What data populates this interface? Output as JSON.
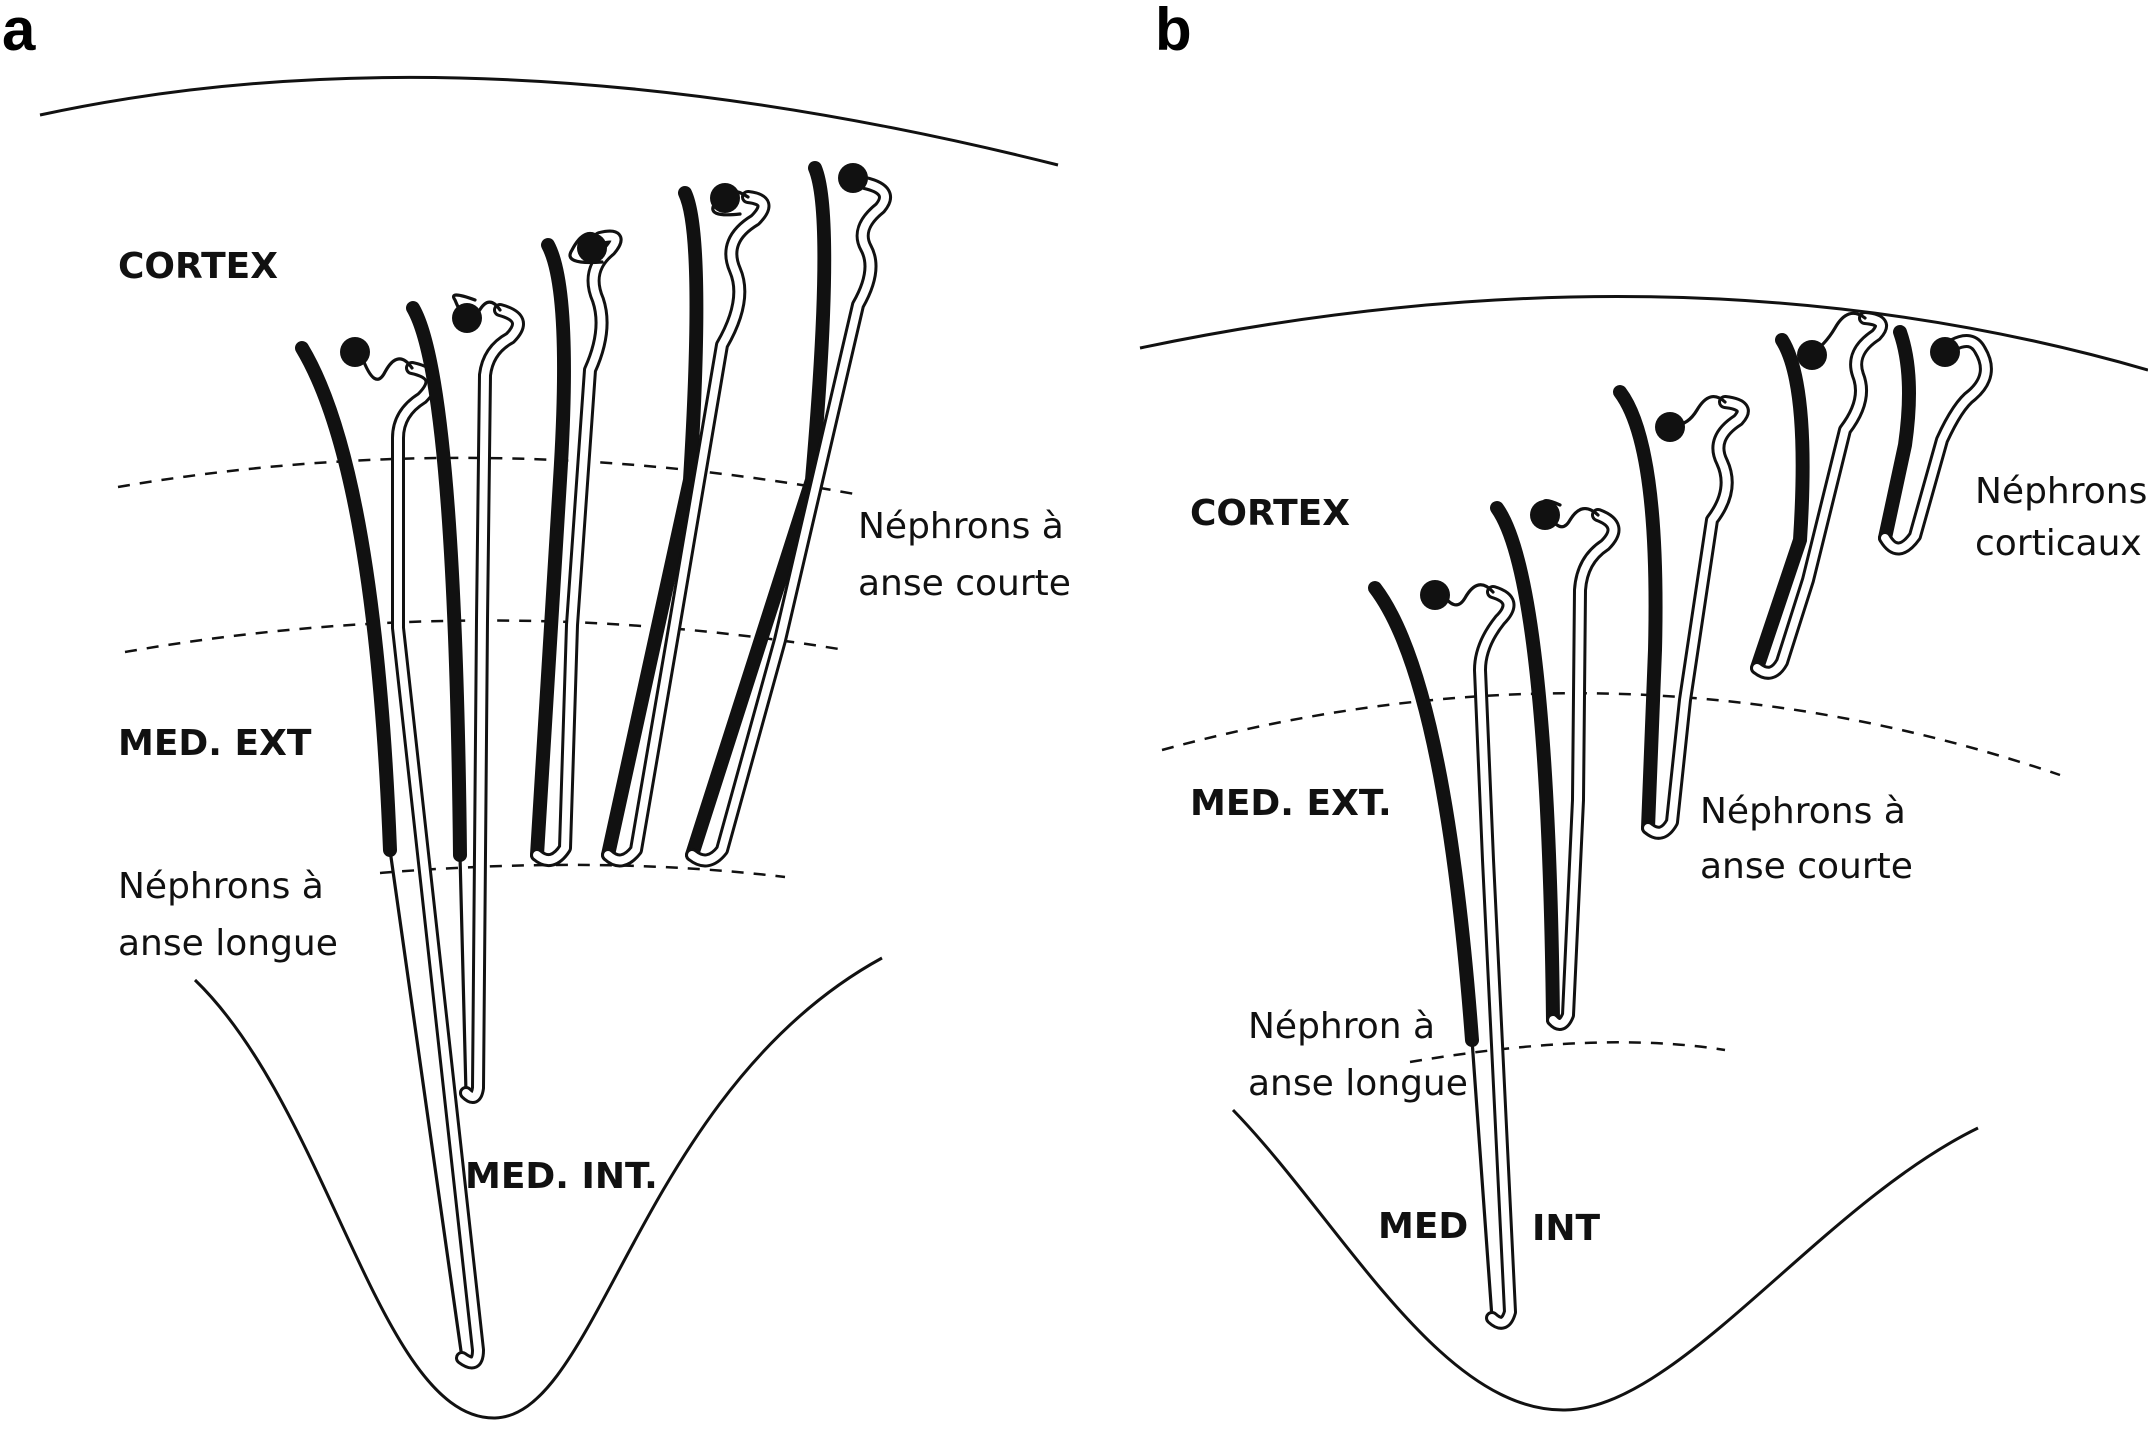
{
  "panels": [
    {
      "letter": "a",
      "labels": {
        "cortex": "CORTEX",
        "med_ext": "MED. EXT",
        "med_int": "MED. INT.",
        "short_loop_1": "Néphrons à",
        "short_loop_2": "anse courte",
        "long_loop_1": "Néphrons à",
        "long_loop_2": "anse longue"
      }
    },
    {
      "letter": "b",
      "labels": {
        "cortex": "CORTEX",
        "med_ext": "MED. EXT.",
        "med": "MED",
        "int": "INT",
        "cortical_1": "Néphrons",
        "cortical_2": "corticaux",
        "short_loop_1": "Néphrons à",
        "short_loop_2": "anse courte",
        "long_loop_1": "Néphron à",
        "long_loop_2": "anse longue"
      }
    }
  ]
}
